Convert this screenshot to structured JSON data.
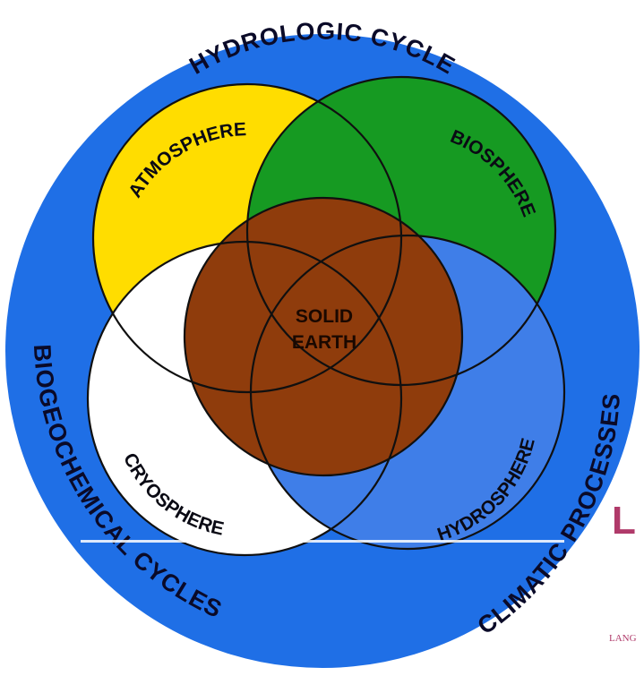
{
  "diagram": {
    "colors": {
      "ring": "#1f6fe6",
      "atmosphere": "#ffdd00",
      "biosphere": "#169a22",
      "cryosphere": "#ffffff",
      "hydrosphere": "#3f7ee8",
      "solid_earth": "#8f3c0c"
    },
    "ring_labels": {
      "top": "HYDROLOGIC CYCLE",
      "left": "BIOGEOCHEMICAL CYCLES",
      "right": "CLIMATIC PROCESSES"
    },
    "spheres": {
      "atmosphere": "ATMOSPHERE",
      "biosphere": "BIOSPHERE",
      "cryosphere": "CRYOSPHERE",
      "hydrosphere": "HYDROSPHERE"
    },
    "core": {
      "line1": "SOLID",
      "line2": "EARTH"
    }
  },
  "edge": {
    "large_text": "L",
    "small_text": "LANG"
  }
}
